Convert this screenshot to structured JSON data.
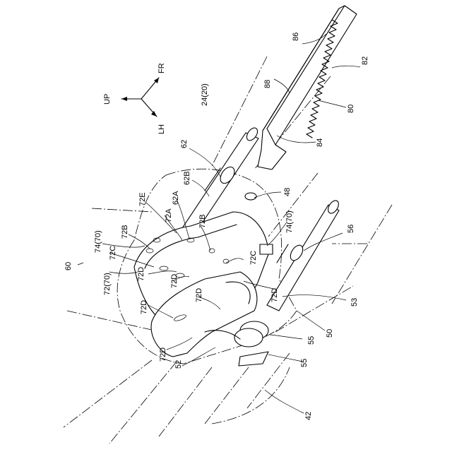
{
  "figure": {
    "axes": {
      "fr": "FR",
      "up": "UP",
      "lh": "LH"
    },
    "labels": {
      "l86": "86",
      "l82": "82",
      "l88": "88",
      "l80": "80",
      "l24_20": "24(20)",
      "l84": "84",
      "l62": "62",
      "l62b": "62B",
      "l62a": "62A",
      "l48": "48",
      "l72e": "72E",
      "l72a": "72A",
      "l72b_top": "72B",
      "l72b_mid": "72B",
      "l74_70_left": "74(70)",
      "l74_70_right": "74(70)",
      "l56": "56",
      "l60": "60",
      "l72c_left": "72C",
      "l72c_right": "72C",
      "l72_70": "72(70)",
      "l72d_1": "72D",
      "l72d_2": "72D",
      "l72d_3": "72D",
      "l72d_4": "72D",
      "l72d_5": "72D",
      "l72d_6": "72D",
      "l53": "53",
      "l50": "50",
      "l55_top": "55",
      "l55_bot": "55",
      "l52": "52",
      "l42": "42"
    }
  }
}
